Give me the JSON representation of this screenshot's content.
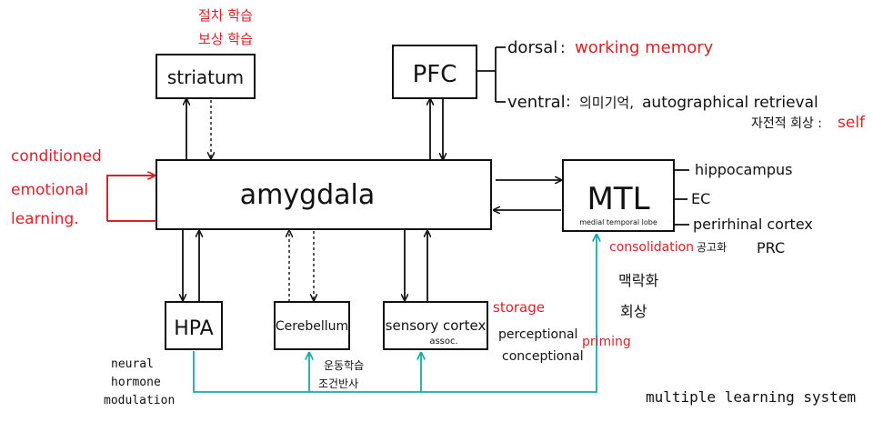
{
  "diagram": {
    "nodes": {
      "amygdala": "amygdala",
      "striatum": "striatum",
      "pfc": "PFC",
      "mtl": "MTL",
      "mtl_sub": "medial temporal lobe",
      "hpa": "HPA",
      "cerebellum": "Cerebellum",
      "sensory": "sensory cortex",
      "sensory_sub": "assoc."
    },
    "annotations": {
      "striatum_line1": "절차 학습",
      "striatum_line2": "보상 학습",
      "dorsal": "dorsal",
      "dorsal_sep": ":",
      "dorsal_role": "working memory",
      "ventral": "ventral",
      "ventral_sep": ":",
      "ventral_role_ko": "의미기억,",
      "ventral_role_en": "autographical retrieval",
      "self_ko": "자전적 회상 :",
      "self_en": "self",
      "cond1": "conditioned",
      "cond2": "emotional",
      "cond3": "learning.",
      "mtl_items": [
        "hippocampus",
        "EC",
        "perirhinal cortex"
      ],
      "prc": "PRC",
      "consolidation": "consolidation",
      "consolidation_ko": "공고화",
      "context1": "맥락화",
      "context2": "회상",
      "storage": "storage",
      "perceptional": "perceptional",
      "conceptional": "conceptional",
      "priming": "priming",
      "hpa_note1": "neural",
      "hpa_note2": "hormone",
      "hpa_note3": "modulation",
      "cere_note1": "운동학습",
      "cere_note2": "조건반사",
      "footer": "multiple learning system"
    },
    "colors": {
      "ink": "#111111",
      "red": "#d3242a",
      "teal": "#18a9a9"
    }
  }
}
